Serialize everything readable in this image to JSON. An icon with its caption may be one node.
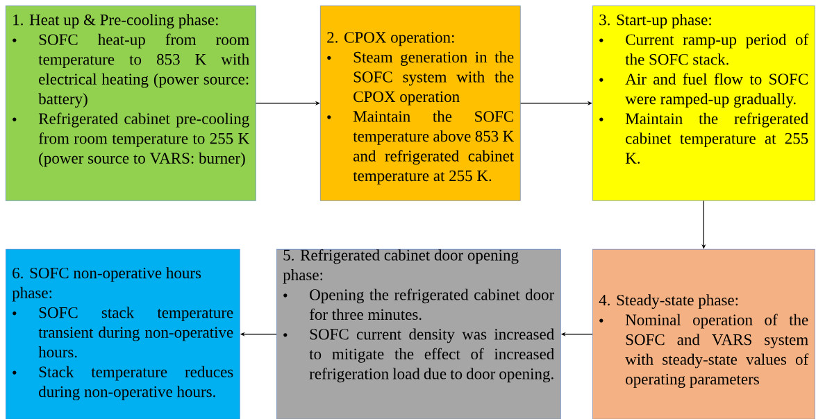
{
  "diagram": {
    "nodes": [
      {
        "text": [
          "1. Heat up & Pre-cooling phase:",
          "SOFC heat-up from room temperature to 853 K with electrical heating (power source: battery)",
          "Refrigerated cabinet pre-cooling from room temperature to 255 K (power source to VARS: burner)"
        ]
      },
      {
        "text": [
          "2. CPOX operation:",
          "Steam generation in the SOFC system with the CPOX operation",
          "Maintain the SOFC temperature above 853 K and refrigerated cabinet temperature at 255 K."
        ]
      },
      {
        "text": [
          "3. Start-up phase:",
          "Current ramp-up period of the SOFC stack.",
          "Air and fuel flow to SOFC were ramped-up gradually.",
          "Maintain the refrigerated cabinet temperature at 255 K."
        ]
      },
      {
        "text": [
          "4. Steady-state phase:",
          "Nominal operation of the SOFC and VARS system with steady-state values of operating parameters"
        ]
      },
      {
        "text": [
          "5. Refrigerated cabinet door opening phase:",
          "Opening the refrigerated cabinet door for three minutes.",
          "SOFC current density was increased to mitigate the effect of increased refrigeration load due to door opening."
        ]
      },
      {
        "text": [
          "6. SOFC non-operative hours phase:",
          "SOFC stack temperature transient during non-operative hours.",
          "Stack temperature reduces during non-operative hours."
        ]
      }
    ],
    "edges": [
      {
        "from": 0,
        "to": 1,
        "arrow": "to"
      },
      {
        "from": 1,
        "to": 2,
        "arrow": "to"
      },
      {
        "from": 2,
        "to": 3,
        "arrow": "to"
      },
      {
        "from": 3,
        "to": 4,
        "arrow": "to"
      },
      {
        "from": 4,
        "to": 5,
        "arrow": "to"
      }
    ]
  }
}
